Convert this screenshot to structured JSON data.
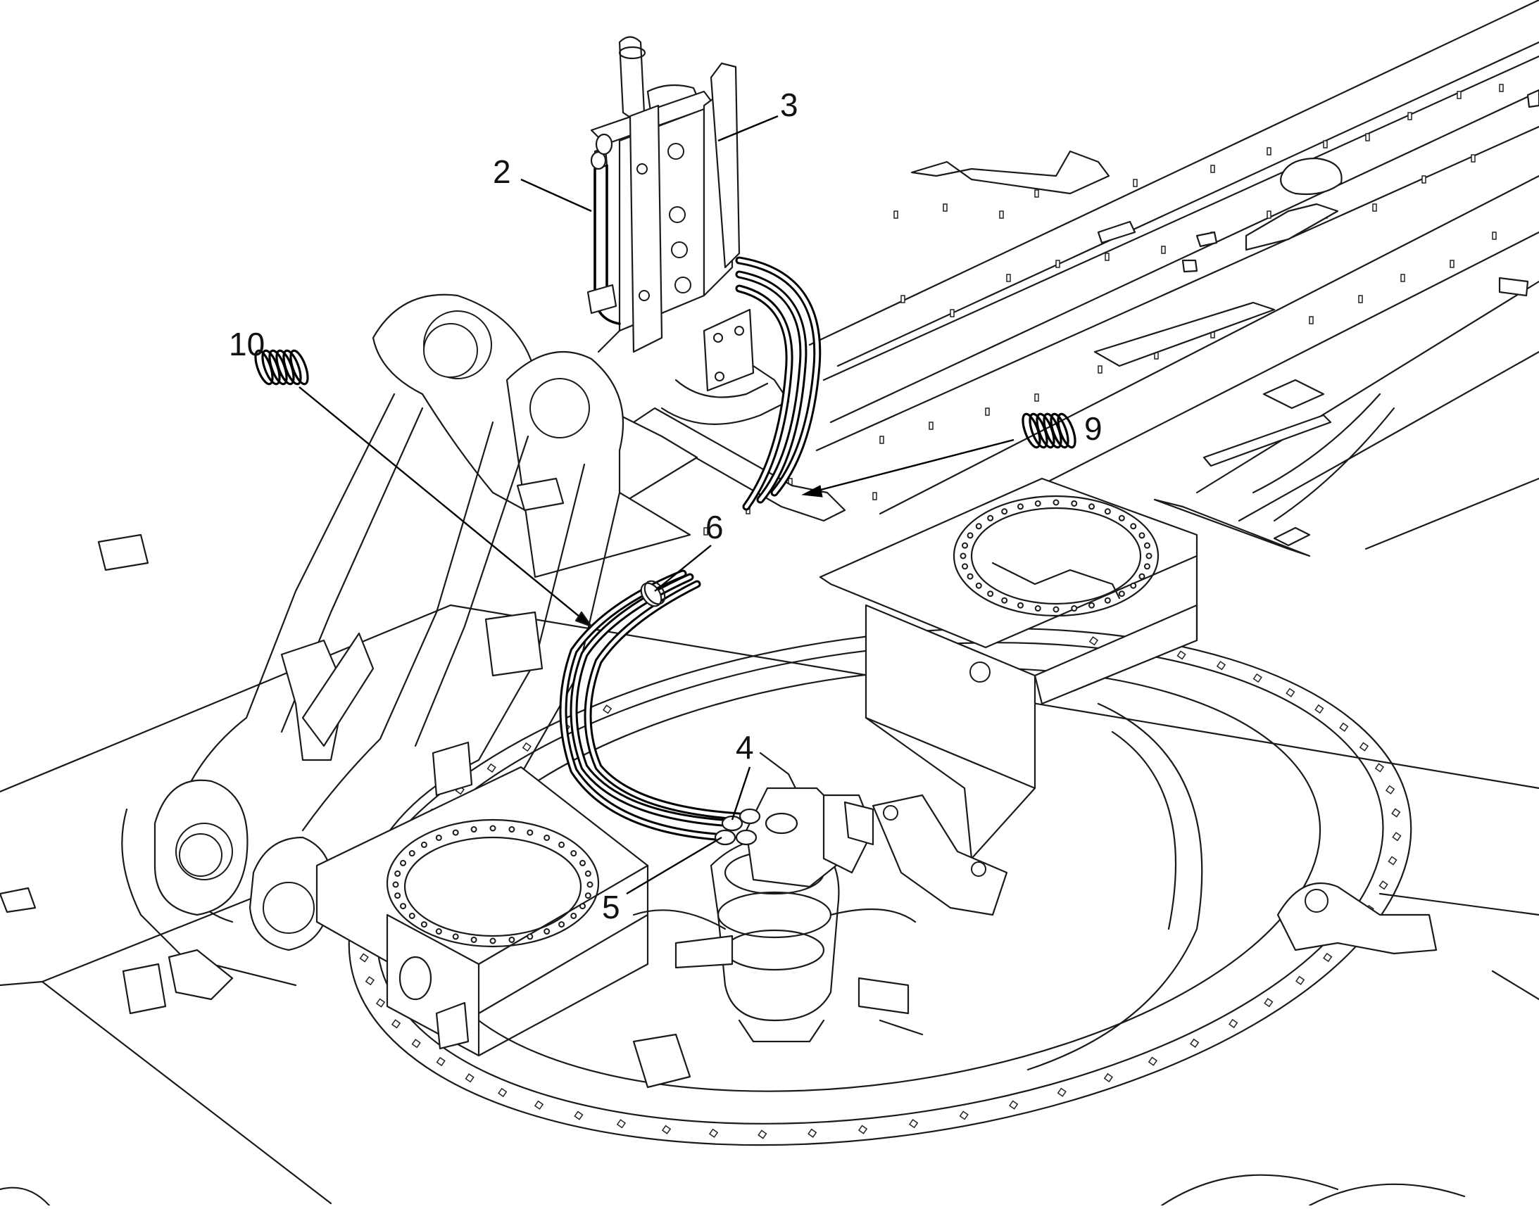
{
  "figure": {
    "callouts": [
      {
        "id": "callout-2",
        "label": "2"
      },
      {
        "id": "callout-3",
        "label": "3"
      },
      {
        "id": "callout-4",
        "label": "4"
      },
      {
        "id": "callout-5",
        "label": "5"
      },
      {
        "id": "callout-6",
        "label": "6"
      },
      {
        "id": "callout-9",
        "label": "9"
      },
      {
        "id": "callout-10",
        "label": "10"
      }
    ]
  }
}
